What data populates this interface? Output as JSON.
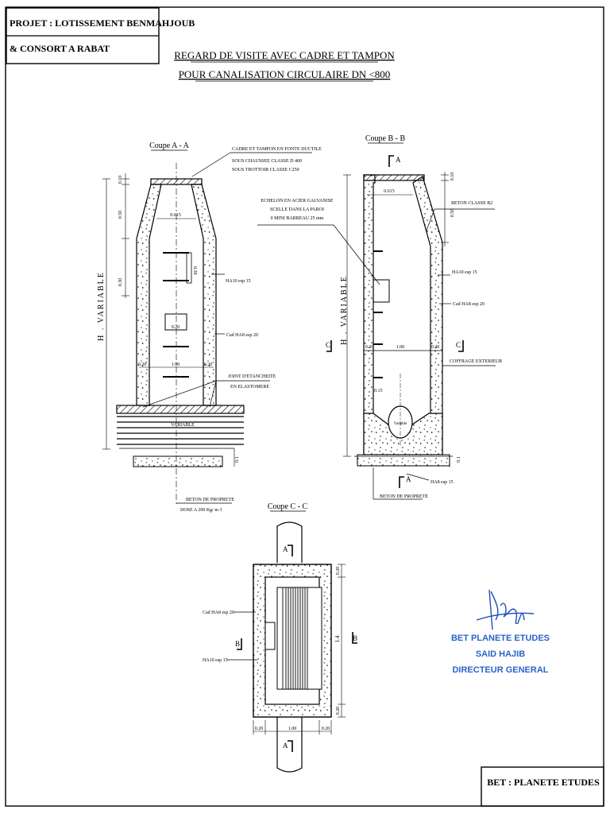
{
  "header": {
    "project_line1": "PROJET : LOTISSEMENT BENMAHJOUB",
    "project_line2": "& CONSORT A RABAT"
  },
  "title": {
    "line1": "REGARD DE VISITE AVEC CADRE ET TAMPON",
    "line2": "POUR CANALISATION CIRCULAIRE DN <800"
  },
  "section_aa": {
    "label": "Coupe  A - A",
    "frame_note1": "CADRE ET TAMPON EN FONTE DUCTILE",
    "frame_note2": "SOUS CHAUSSEE CLASSE D 400",
    "frame_note3": "SOUS TROTTOIR CLASSE C250",
    "dim_top": "0.615",
    "dim_010": "0.10",
    "dim_050": "0.50",
    "dim_030": "0.30",
    "dim_050b": "0.30",
    "dim_step_030": "0.30",
    "dim_step_020": "0.20",
    "dim_wall_l": "0.20",
    "dim_inner": "1.00",
    "dim_wall_r": "0.20",
    "ha10": "HA10 esp 15",
    "cad_ha8": "Cad HA8 esp 20",
    "joint1": "JOINT D'ETANCHEITE",
    "joint2": "EN ELASTOMERE",
    "variable": "VARIABLE",
    "h_variable": "H . VARIABLE",
    "dim_01": "0.1",
    "beton1": "BETON DE PROPRETE",
    "beton2": "DOSE A 200 Kg/ m 3"
  },
  "section_bb": {
    "label": "Coupe  B - B",
    "marker_a": "A",
    "marker_a2": "A",
    "marker_c_left": "C",
    "marker_c_right": "C",
    "echelon1": "ECHELON EN ACIER GALVANISE",
    "echelon2": "SCELLE DANS LA PAROI",
    "echelon3": "0 MINI BARREAU 25 mm",
    "dim_top": "0.615",
    "dim_010": "0.10",
    "dim_050": "0.50",
    "beton_b2": "BETON CLASSE B2",
    "ha10": "HA10 esp 15",
    "cad_ha8": "Cad HA8 esp 20",
    "dim_wall_l": "0.20",
    "dim_inner": "1.00",
    "dim_wall_r": "0.20",
    "coffrage": "COFFRAGE EXTERIEUR",
    "dim_015": "0.15",
    "variable": "Variable",
    "h_variable": "H . VARIABLE",
    "dim_01": "0.1",
    "ha8": "HA8 esp 15",
    "beton": "BETON DE PROPRETE"
  },
  "section_cc": {
    "label": "Coupe  C - C",
    "marker_a_top": "A",
    "marker_a_bot": "A",
    "marker_b_left": "B",
    "marker_b_right": "B",
    "cad_ha8": "Cad HA8 esp 20",
    "ha10": "HA10 esp 15",
    "dim_020_top": "0.20",
    "dim_14": "1.4",
    "dim_020_bot": "0.20",
    "dim_wall_l": "0.20",
    "dim_inner": "1.00",
    "dim_wall_r": "0.20"
  },
  "stamp": {
    "line1": "BET PLANETE ETUDES",
    "line2": "SAID HAJIB",
    "line3": "DIRECTEUR GENERAL"
  },
  "footer": {
    "bet": "BET : PLANETE ETUDES"
  }
}
